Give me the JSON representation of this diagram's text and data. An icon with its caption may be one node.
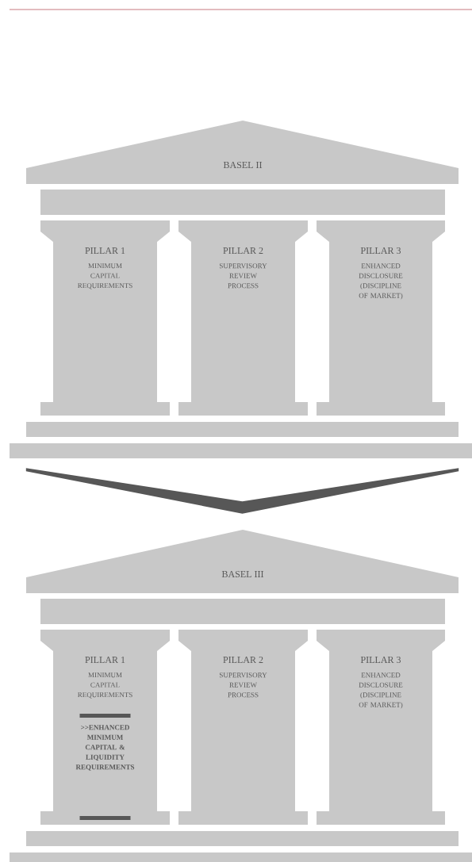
{
  "diagram": {
    "nodes": [
      {
        "text": [
          "BASEL II"
        ]
      },
      {
        "text": [
          "PILLAR 1",
          "MINIMUM CAPITAL REQUIREMENTS"
        ],
        "in": 0
      },
      {
        "text": [
          "PILLAR 2",
          "SUPERVISORY REVIEW PROCESS"
        ],
        "in": 0
      },
      {
        "text": [
          "PILLAR 3",
          "ENHANCED DISCLOSURE (DISCIPLINE OF MARKET)"
        ],
        "in": 0
      },
      {
        "text": [
          "BASEL III"
        ]
      },
      {
        "text": [
          "PILLAR 1",
          "MINIMUM CAPITAL REQUIREMENTS",
          ">>ENHANCED MINIMUM CAPITAL & LIQUIDITY REQUIREMENTS"
        ],
        "in": 4
      },
      {
        "text": [
          "PILLAR 2",
          "SUPERVISORY REVIEW PROCESS"
        ],
        "in": 4
      },
      {
        "text": [
          "PILLAR 3",
          "ENHANCED DISCLOSURE (DISCIPLINE OF MARKET)"
        ],
        "in": 4
      }
    ],
    "edges": [
      {
        "from": 0,
        "to": 4,
        "arrow": "to"
      }
    ]
  }
}
